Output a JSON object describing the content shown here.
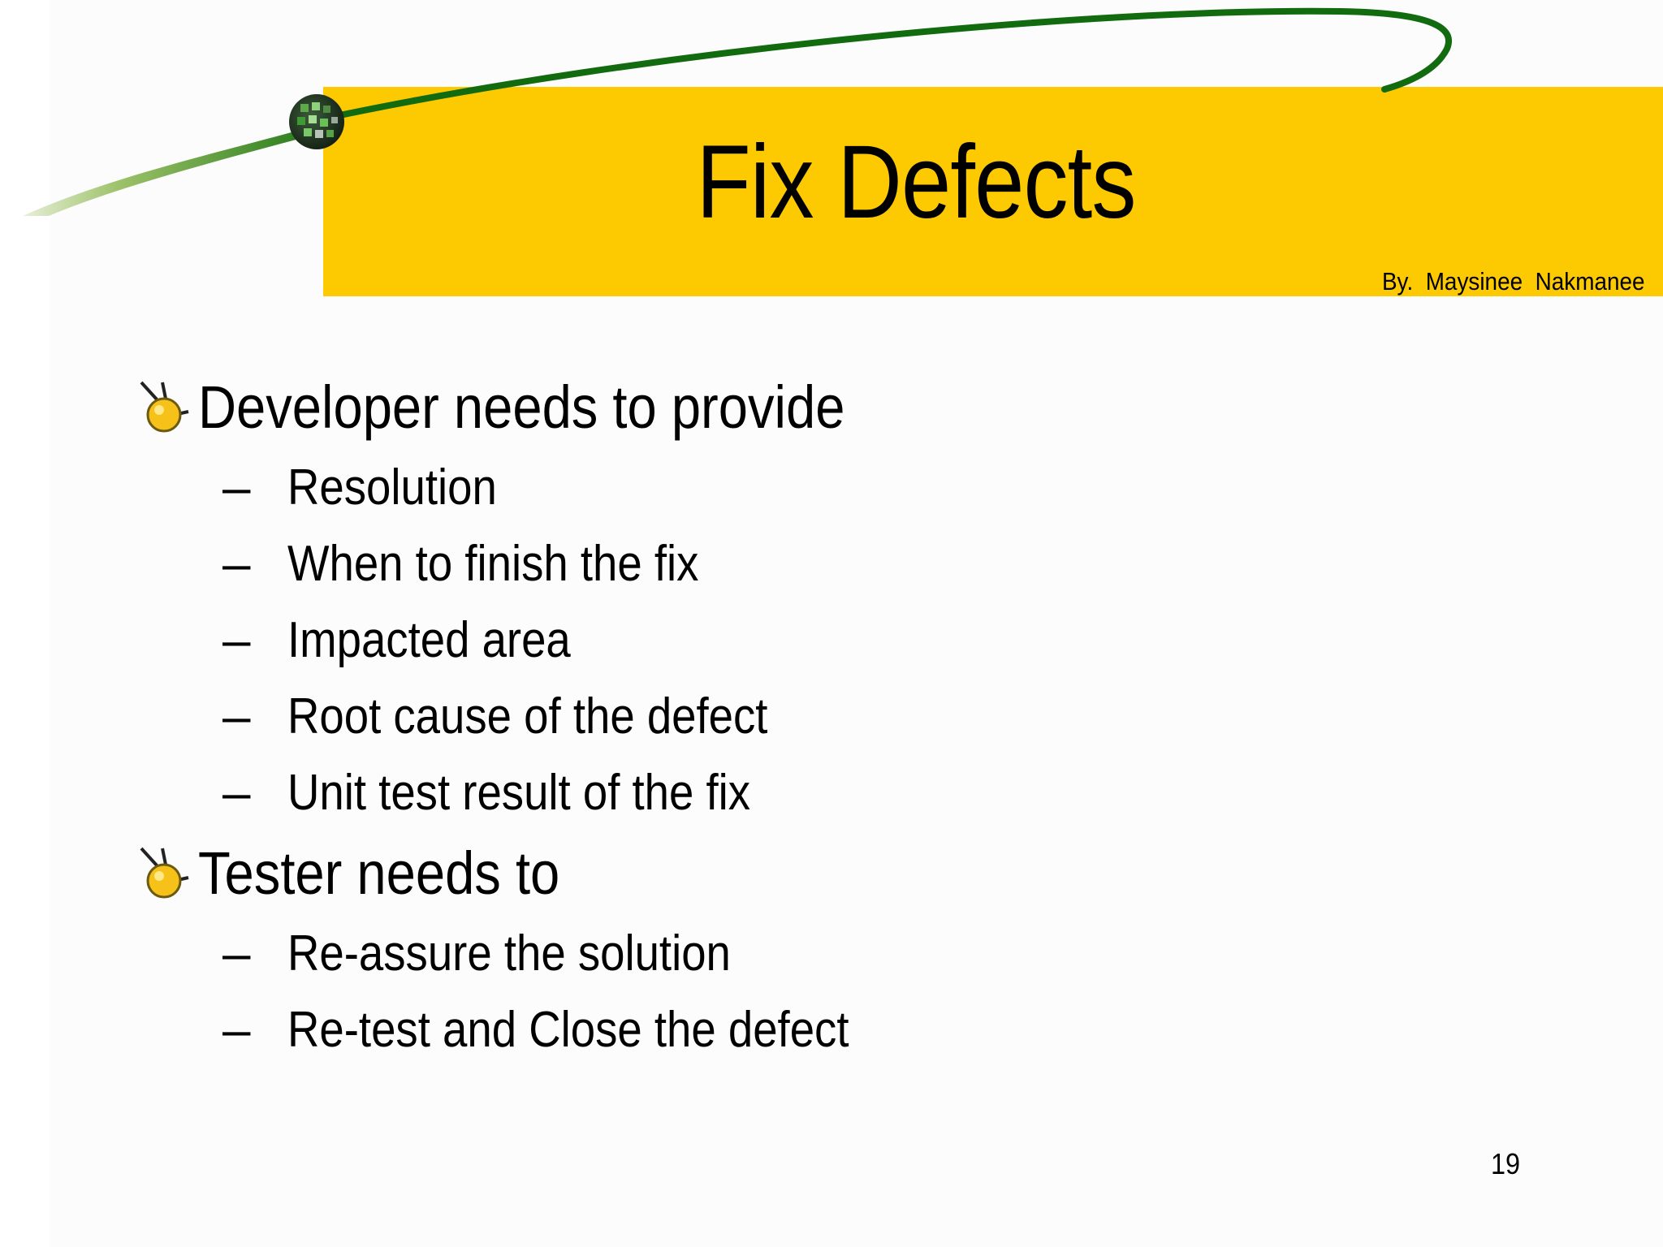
{
  "slide": {
    "title": "Fix Defects",
    "author": "By.  Maysinee  Nakmanee",
    "page_number": "19"
  },
  "icons": {
    "logo": "green-globe-icon",
    "bullet": "golden-bug-bullet-icon"
  },
  "colors": {
    "title_bar": "#fdc900",
    "swoosh": "#136b10",
    "background": "#fcfcfc"
  },
  "sections": [
    {
      "heading": "Developer needs to provide",
      "items": [
        "Resolution",
        "When to finish the fix",
        "Impacted area",
        "Root cause of the defect",
        "Unit test result of the fix"
      ]
    },
    {
      "heading": "Tester needs to",
      "items": [
        "Re-assure the solution",
        "Re-test and Close the defect"
      ]
    }
  ]
}
